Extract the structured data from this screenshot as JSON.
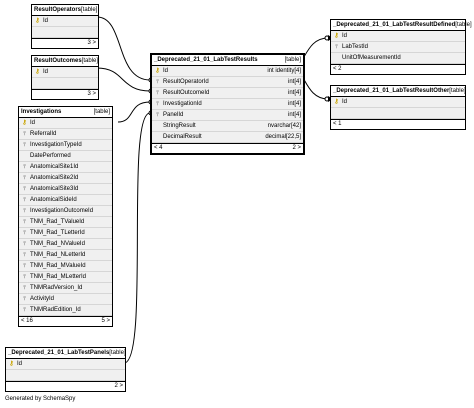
{
  "tables": {
    "result_operators": {
      "name": "ResultOperators",
      "type": "[table]",
      "rows": [
        {
          "name": "Id",
          "pk": true
        }
      ],
      "footer_left": "",
      "footer_right": "3 >"
    },
    "result_outcomes": {
      "name": "ResultOutcomes",
      "type": "[table]",
      "rows": [
        {
          "name": "Id",
          "pk": true
        }
      ],
      "footer_left": "",
      "footer_right": "3 >"
    },
    "investigations": {
      "name": "Investigations",
      "type": "[table]",
      "rows": [
        {
          "name": "Id",
          "pk": true
        },
        {
          "name": "ReferralId"
        },
        {
          "name": "InvestigationTypeId"
        },
        {
          "name": "DatePerformed"
        },
        {
          "name": "AnatomicalSite1Id"
        },
        {
          "name": "AnatomicalSite2Id"
        },
        {
          "name": "AnatomicalSite3Id"
        },
        {
          "name": "AnatomicalSideId"
        },
        {
          "name": "InvestigationOutcomeId"
        },
        {
          "name": "TNM_Rad_TValueId"
        },
        {
          "name": "TNM_Rad_TLetterId"
        },
        {
          "name": "TNM_Rad_NValueId"
        },
        {
          "name": "TNM_Rad_NLetterId"
        },
        {
          "name": "TNM_Rad_MValueId"
        },
        {
          "name": "TNM_Rad_MLetterId"
        },
        {
          "name": "TNMRadVersion_Id"
        },
        {
          "name": "ActivityId"
        },
        {
          "name": "TNMRadEdition_Id"
        }
      ],
      "footer_left": "< 16",
      "footer_right": "5 >"
    },
    "lab_test_panels": {
      "name": "_Deprecated_21_01_LabTestPanels",
      "type": "[table]",
      "rows": [
        {
          "name": "Id",
          "pk": true
        }
      ],
      "footer_left": "",
      "footer_right": "2 >"
    },
    "lab_test_results": {
      "name": "_Deprecated_21_01_LabTestResults",
      "type": "[table]",
      "rows": [
        {
          "name": "Id",
          "pk": true,
          "type": "int identity[4]"
        },
        {
          "name": "ResultOperatorId",
          "type": "int[4]"
        },
        {
          "name": "ResultOutcomeId",
          "type": "int[4]"
        },
        {
          "name": "InvestigationId",
          "type": "int[4]"
        },
        {
          "name": "PanelId",
          "type": "int[4]"
        },
        {
          "name": "StringResult",
          "type": "nvarchar[42]"
        },
        {
          "name": "DecimalResult",
          "type": "decimal[22,5]"
        }
      ],
      "footer_left": "< 4",
      "footer_right": "2 >"
    },
    "lab_test_result_defined": {
      "name": "_Deprecated_21_01_LabTestResultDefined",
      "type": "[table]",
      "rows": [
        {
          "name": "Id",
          "pk": true
        },
        {
          "name": "LabTestId"
        },
        {
          "name": "UnitOfMeasurementId"
        }
      ],
      "footer_left": "< 2",
      "footer_right": ""
    },
    "lab_test_result_other": {
      "name": "_Deprecated_21_01_LabTestResultOther",
      "type": "[table]",
      "rows": [
        {
          "name": "Id",
          "pk": true
        }
      ],
      "footer_left": "< 1",
      "footer_right": ""
    }
  },
  "generated_by": "Generated by SchemaSpy"
}
